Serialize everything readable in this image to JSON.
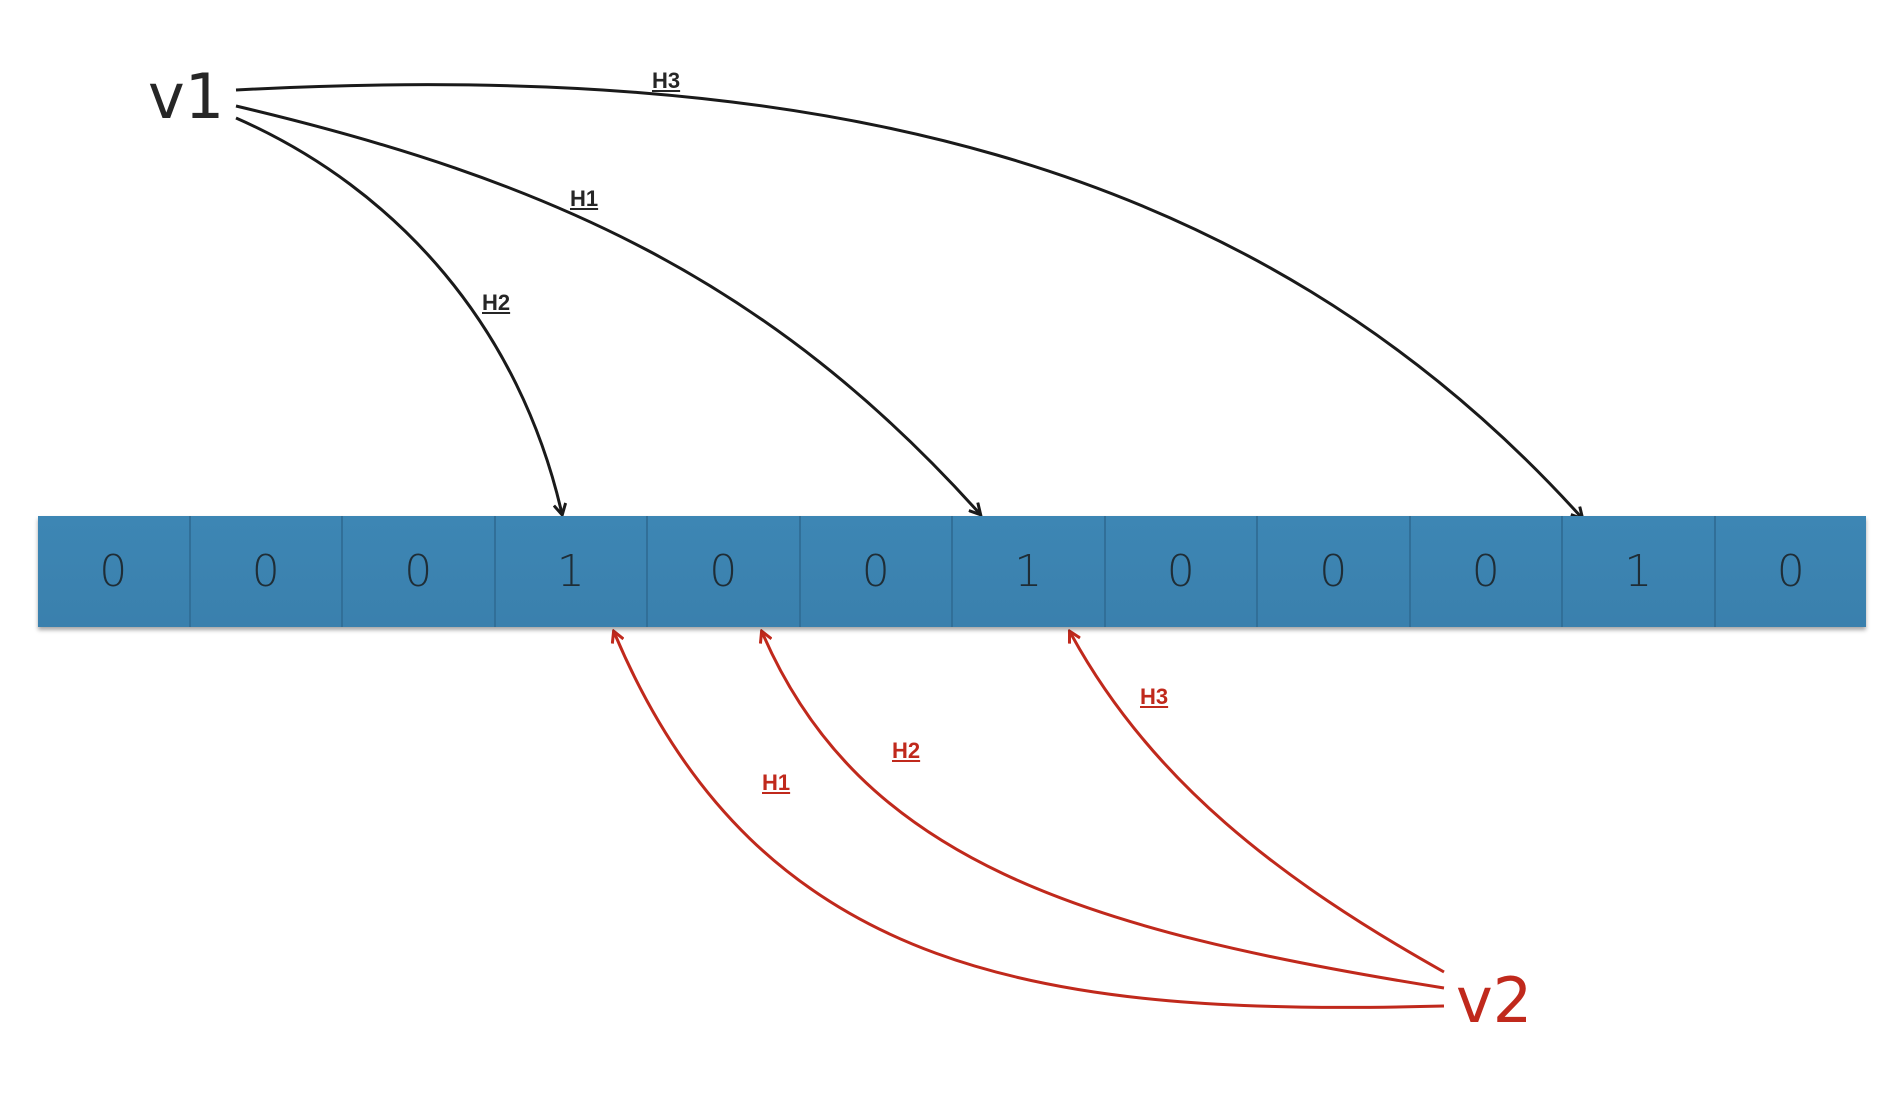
{
  "bits": [
    "0",
    "0",
    "0",
    "1",
    "0",
    "0",
    "1",
    "0",
    "0",
    "0",
    "1",
    "0"
  ],
  "v1": {
    "label": "v1",
    "color": "#262626",
    "hashes": [
      {
        "label": "H3",
        "target_index": 10
      },
      {
        "label": "H1",
        "target_index": 6
      },
      {
        "label": "H2",
        "target_index": 3
      }
    ]
  },
  "v2": {
    "label": "v2",
    "color": "#c0291c",
    "hashes": [
      {
        "label": "H1",
        "target_index": 3
      },
      {
        "label": "H2",
        "target_index": 4
      },
      {
        "label": "H3",
        "target_index": 6
      }
    ]
  },
  "array_color": "#3a82b0"
}
